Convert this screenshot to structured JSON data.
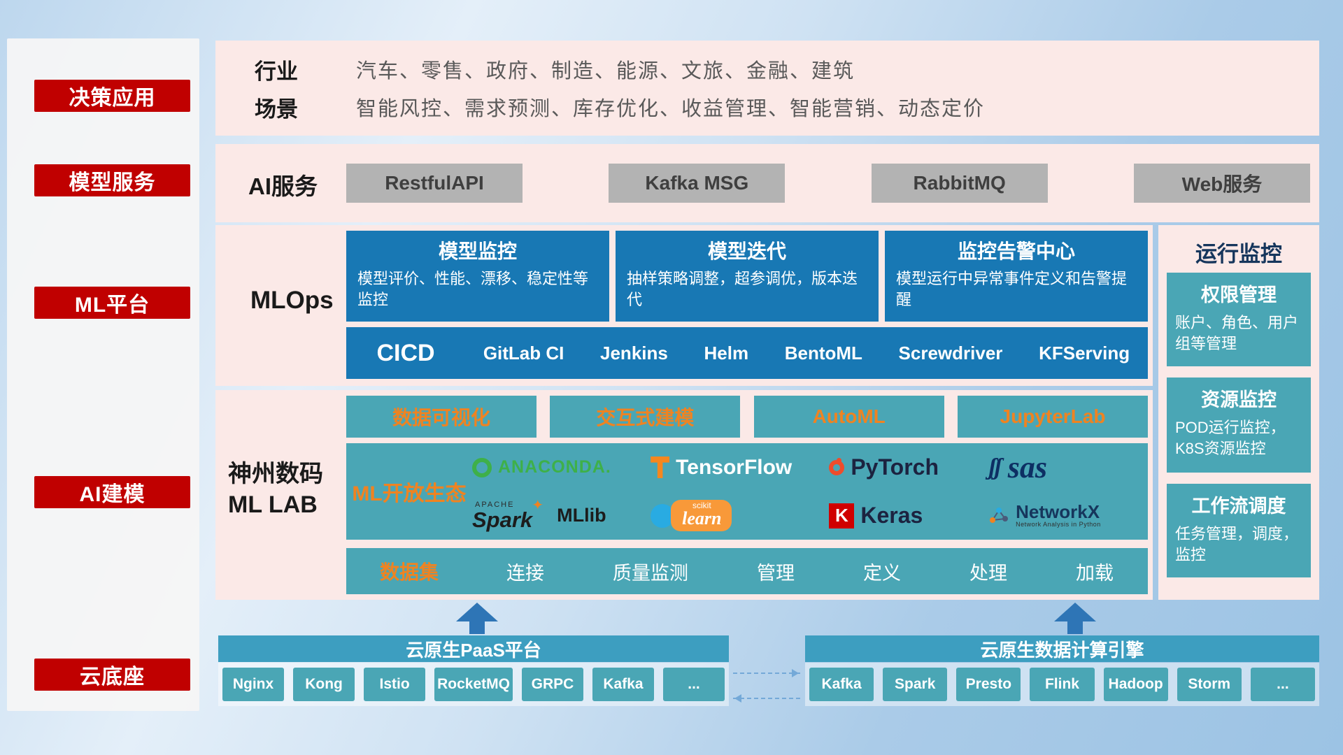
{
  "sidebar": {
    "items": [
      "决策应用",
      "模型服务",
      "ML平台",
      "AI建模",
      "云底座"
    ]
  },
  "industry": {
    "rows": [
      {
        "label": "行业",
        "text": "汽车、零售、政府、制造、能源、文旅、金融、建筑"
      },
      {
        "label": "场景",
        "text": "智能风控、需求预测、库存优化、收益管理、智能营销、动态定价"
      }
    ]
  },
  "ai_service": {
    "label": "AI服务",
    "buttons": [
      "RestfulAPI",
      "Kafka MSG",
      "RabbitMQ",
      "Web服务"
    ]
  },
  "mlops": {
    "label": "MLOps",
    "cards": [
      {
        "title": "模型监控",
        "desc": "模型评价、性能、漂移、稳定性等监控"
      },
      {
        "title": "模型迭代",
        "desc": "抽样策略调整，超参调优，版本迭代"
      },
      {
        "title": "监控告警中心",
        "desc": "模型运行中异常事件定义和告警提醒"
      }
    ],
    "cicd_label": "CICD",
    "cicd_items": [
      "GitLab CI",
      "Jenkins",
      "Helm",
      "BentoML",
      "Screwdriver",
      "KFServing"
    ]
  },
  "mllab": {
    "label_line1": "神州数码",
    "label_line2": "ML LAB",
    "tools": [
      "数据可视化",
      "交互式建模",
      "AutoML",
      "JupyterLab"
    ],
    "eco_label": "ML开放生态",
    "logos": {
      "anaconda": "ANACONDA.",
      "tensorflow": "TensorFlow",
      "pytorch": "PyTorch",
      "sas": "sas",
      "apache": "APACHE",
      "spark": "Spark",
      "mllib": "MLlib",
      "scikit_top": "scikit",
      "scikit_main": "learn",
      "keras_k": "K",
      "keras": "Keras",
      "networkx": "NetworkX",
      "networkx_sub": "Network Analysis in Python"
    },
    "dataset_label": "数据集",
    "dataset_items": [
      "连接",
      "质量监测",
      "管理",
      "定义",
      "处理",
      "加载"
    ]
  },
  "monitoring": {
    "title": "运行监控",
    "cards": [
      {
        "title": "权限管理",
        "desc": "账户、角色、用户组等管理"
      },
      {
        "title": "资源监控",
        "desc": "POD运行监控，K8S资源监控"
      },
      {
        "title": "工作流调度",
        "desc": "任务管理，调度，监控"
      }
    ]
  },
  "foundation": {
    "paas_title": "云原生PaaS平台",
    "paas_items": [
      "Nginx",
      "Kong",
      "Istio",
      "RocketMQ",
      "GRPC",
      "Kafka",
      "..."
    ],
    "engine_title": "云原生数据计算引擎",
    "engine_items": [
      "Kafka",
      "Spark",
      "Presto",
      "Flink",
      "Hadoop",
      "Storm",
      "..."
    ]
  }
}
